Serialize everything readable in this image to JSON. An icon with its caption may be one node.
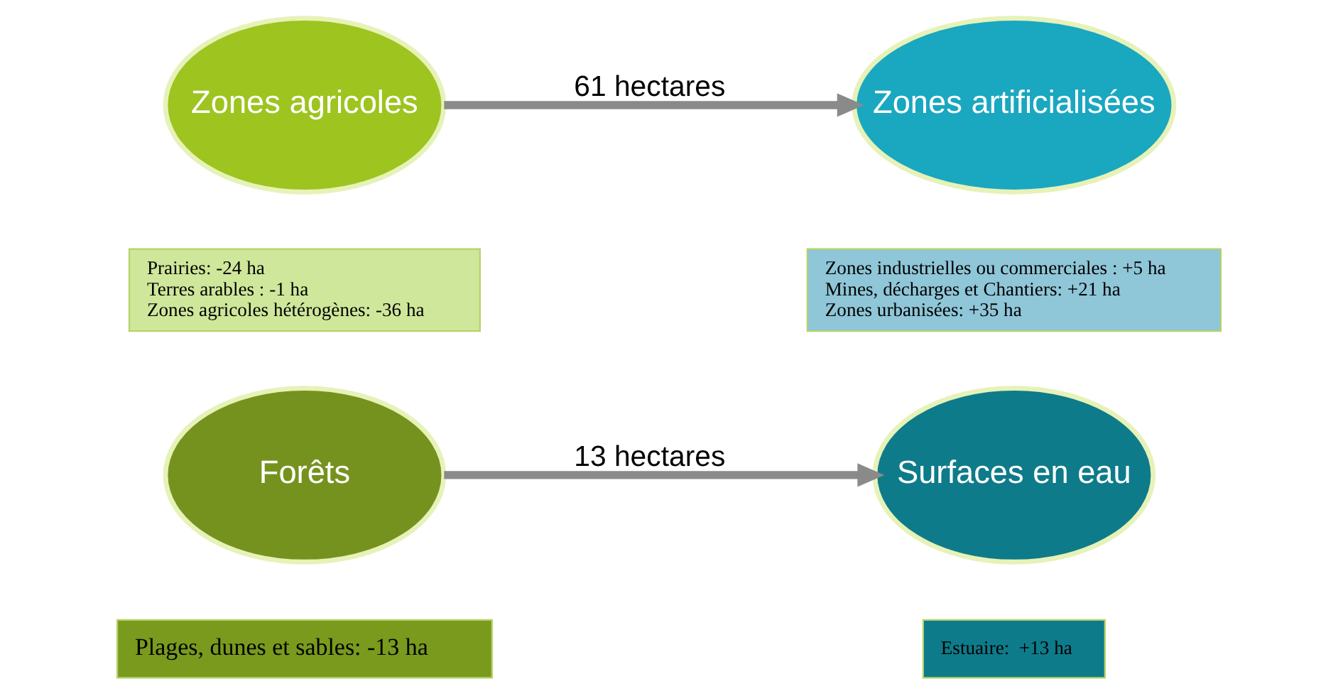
{
  "diagram": {
    "nodes": [
      {
        "text": [
          "Zones agricoles"
        ]
      },
      {
        "text": [
          "Zones artificialisées"
        ]
      },
      {
        "text": [
          "Forêts"
        ]
      },
      {
        "text": [
          "Surfaces en eau"
        ]
      },
      {
        "text": [
          "Prairies: -24 ha",
          "Terres arables : -1 ha",
          "Zones agricoles hétérogènes: -36 ha"
        ]
      },
      {
        "text": [
          "Zones industrielles ou commerciales : +5 ha",
          "Mines, décharges et Chantiers: +21 ha",
          "Zones urbanisées: +35 ha"
        ]
      },
      {
        "text": [
          "Plages, dunes et sables: -13 ha"
        ]
      },
      {
        "text": [
          "Estuaire:  +13 ha"
        ]
      }
    ],
    "edges": [
      {
        "from": 0,
        "to": 1,
        "arrow": "to",
        "label": "61 hectares"
      },
      {
        "from": 2,
        "to": 3,
        "arrow": "to",
        "label": "13 hectares"
      }
    ]
  }
}
